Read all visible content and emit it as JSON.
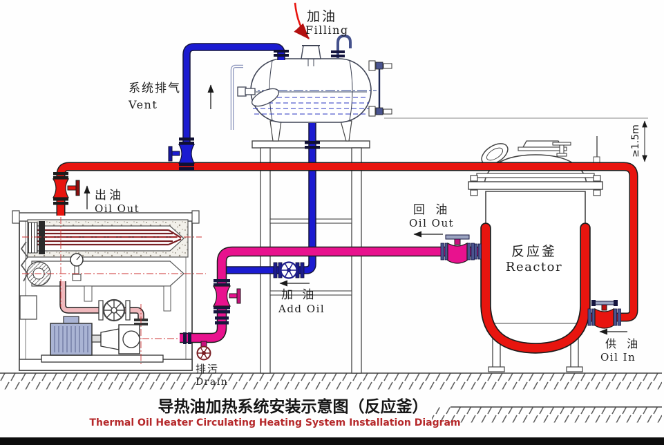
{
  "diagram": {
    "title_zh": "导热油加热系统安装示意图（反应釜）",
    "title_en": "Thermal Oil Heater Circulating Heating System Installation Diagram",
    "clearance_note": "≥1.5m",
    "flows": {
      "filling": {
        "zh": "加油",
        "en": "Filling"
      },
      "vent": {
        "zh": "系统排气",
        "en": "Vent"
      },
      "heater_oil_out": {
        "zh": "出油",
        "en": "Oil Out"
      },
      "add_oil": {
        "zh": "加 油",
        "en": "Add Oil"
      },
      "reactor_oil_return": {
        "zh": "回 油",
        "en": "Oil Out"
      },
      "reactor_oil_in": {
        "zh": "供 油",
        "en": "Oil In"
      },
      "drain": {
        "zh": "排污",
        "en": "Drain"
      }
    },
    "equipment": {
      "reactor": {
        "zh": "反应釜",
        "en": "Reactor"
      }
    },
    "colors": {
      "hot_supply_pipe": "#e8150f",
      "return_pipe": "#e8128e",
      "expansion_pipe": "#1b1bd1",
      "heating_element": "#7a2024",
      "subtitle_red": "#b5282a"
    }
  }
}
